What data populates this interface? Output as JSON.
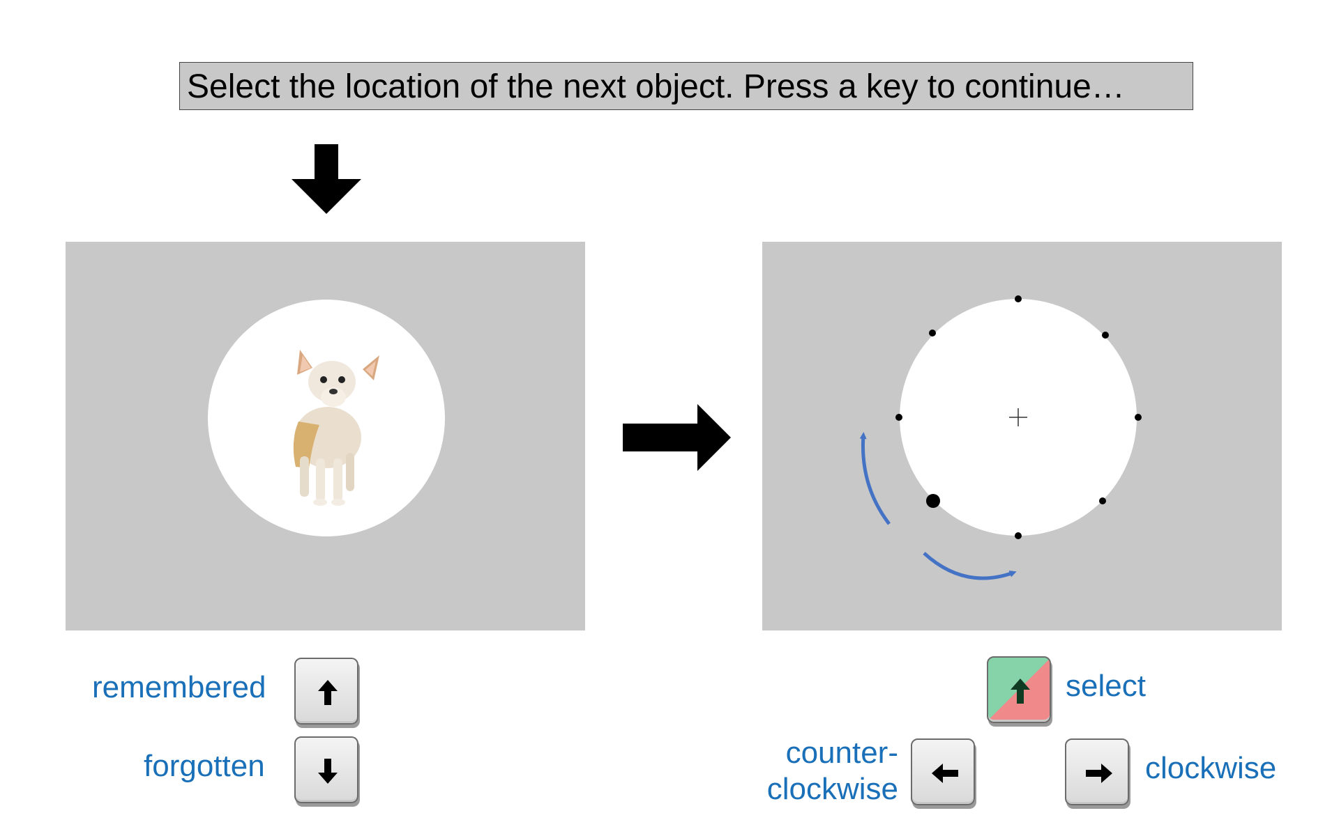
{
  "instruction": "Select the location of the next object. Press a key to continue…",
  "left_panel": {
    "object": "chihuahua-dog-image",
    "remembered_label": "remembered",
    "forgotten_label": "forgotten"
  },
  "right_panel": {
    "select_label": "select",
    "counterclockwise_label": "counter-\nclockwise",
    "clockwise_label": "clockwise"
  },
  "colors": {
    "panel_gray": "#c8c8c8",
    "label_blue": "#1a70b8",
    "arc_blue": "#4472c4",
    "select_green": "#86d3a9",
    "select_red": "#f08a8a"
  }
}
